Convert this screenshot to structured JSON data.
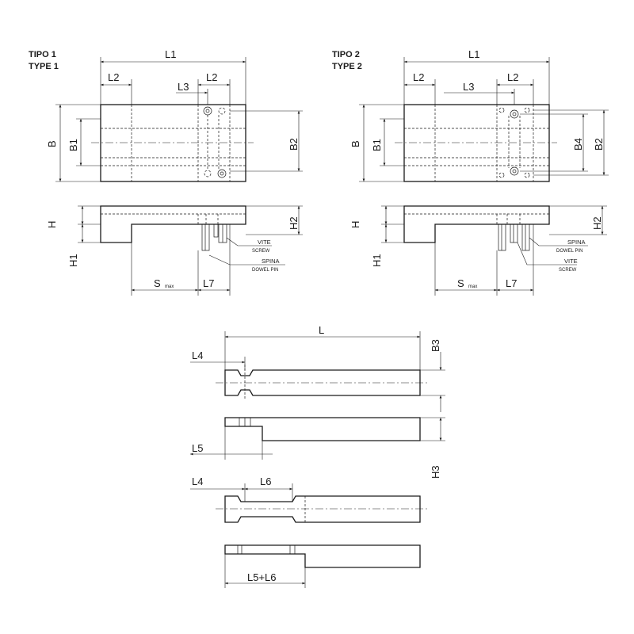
{
  "type1": {
    "title": "TIPO 1",
    "subtitle": "TYPE 1",
    "L1": "L1",
    "L2a": "L2",
    "L2b": "L2",
    "L3": "L3",
    "B": "B",
    "B1": "B1",
    "B2": "B2",
    "H": "H",
    "H1": "H1",
    "H2": "H2",
    "S": "S",
    "S_sub": "max",
    "L7": "L7",
    "screw_it": "VITE",
    "screw_en": "SCREW",
    "pin_it": "SPINA",
    "pin_en": "DOWEL PIN"
  },
  "type2": {
    "title": "TIPO 2",
    "subtitle": "TYPE 2",
    "L1": "L1",
    "L2a": "L2",
    "L2b": "L2",
    "L3": "L3",
    "B": "B",
    "B1": "B1",
    "B4": "B4",
    "B2": "B2",
    "H": "H",
    "H1": "H1",
    "H2": "H2",
    "S": "S",
    "S_sub": "max",
    "L7": "L7",
    "pin_it": "SPINA",
    "pin_en": "DOWEL PIN",
    "screw_it": "VITE",
    "screw_en": "SCREW"
  },
  "bar1": {
    "L": "L",
    "L4": "L4",
    "B3": "B3",
    "L5": "L5",
    "H3": "H3"
  },
  "bar2": {
    "L4": "L4",
    "L6": "L6",
    "L5L6": "L5+L6"
  }
}
